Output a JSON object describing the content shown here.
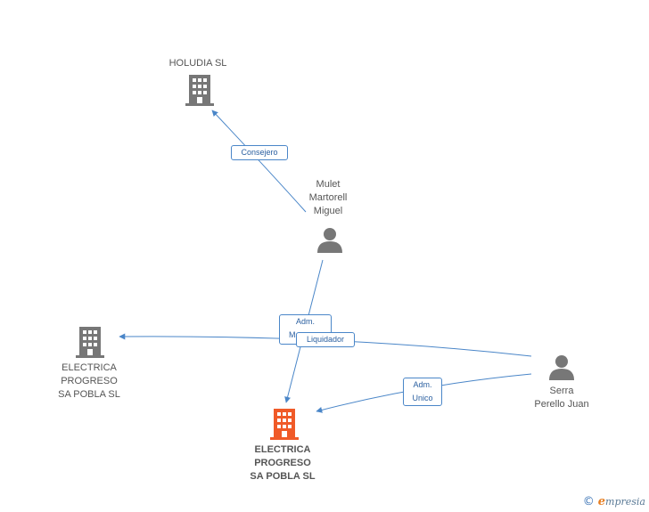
{
  "nodes": {
    "holudia": {
      "lines": [
        "HOLUDIA SL"
      ],
      "icon": "building-icon",
      "color": "#777777"
    },
    "mulet": {
      "lines": [
        "Mulet",
        "Martorell",
        "Miguel"
      ],
      "icon": "person-icon",
      "color": "#777777"
    },
    "electrica_left": {
      "lines": [
        "ELECTRICA",
        "PROGRESO",
        "SA POBLA SL"
      ],
      "icon": "building-icon",
      "color": "#777777"
    },
    "serra": {
      "lines": [
        "Serra",
        "Perello Juan"
      ],
      "icon": "person-icon",
      "color": "#777777"
    },
    "electrica_main": {
      "lines": [
        "ELECTRICA",
        "PROGRESO",
        "SA POBLA SL"
      ],
      "icon": "building-icon",
      "color": "#f05a28"
    }
  },
  "relations": {
    "consejero": [
      "Consejero"
    ],
    "adm_mancomunado": [
      "Adm.",
      "Mancom."
    ],
    "liquidador": [
      "Liquidador"
    ],
    "adm_unico": [
      "Adm.",
      "Unico"
    ]
  },
  "colors": {
    "edge": "#4a86c8",
    "icon": "#777777",
    "main": "#f05a28"
  },
  "brand": {
    "copyright": "©",
    "initial": "e",
    "rest": "mpresia"
  }
}
